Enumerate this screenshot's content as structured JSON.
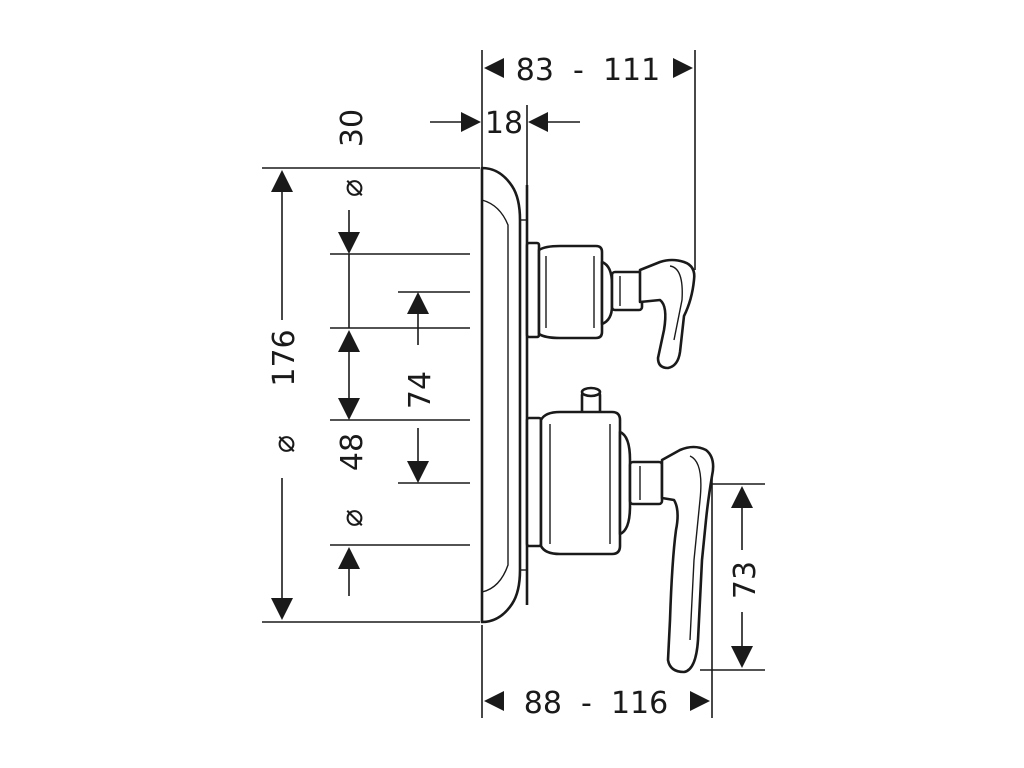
{
  "diagram": {
    "dimensions": {
      "depth_top": "83  -  111",
      "plate_thickness": "18",
      "dia_upper_symbol": "⌀",
      "dia_upper_value": "30",
      "dia_overall_symbol": "⌀",
      "dia_overall_value": "176",
      "center_spacing": "74",
      "dia_lower_value": "48",
      "dia_lower_symbol": "⌀",
      "lever_length": "73",
      "depth_bottom": "88  -  116"
    }
  }
}
